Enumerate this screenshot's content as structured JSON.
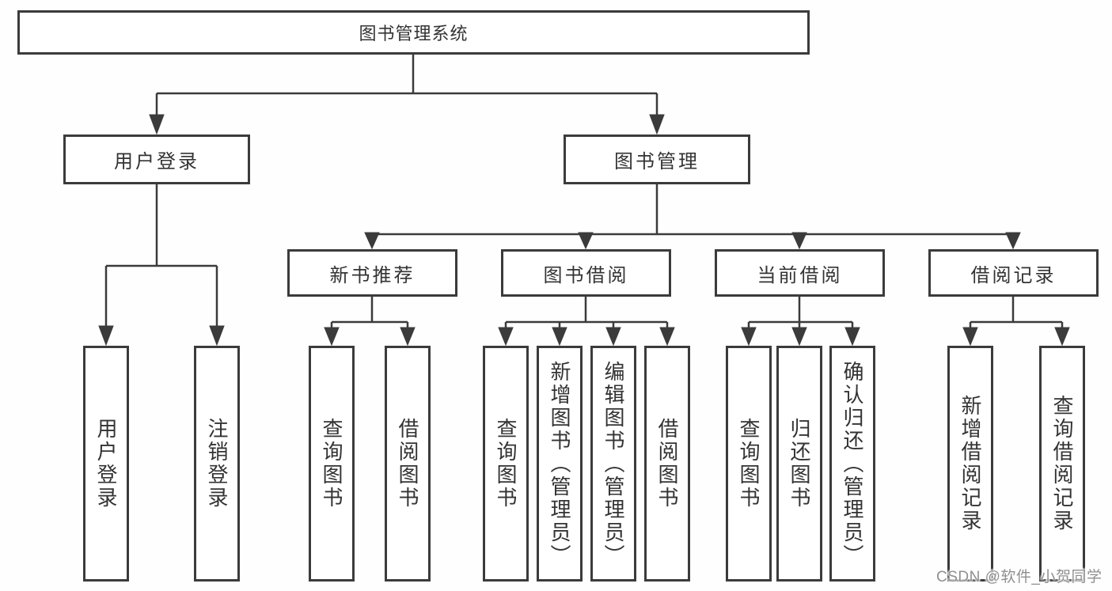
{
  "tree": {
    "root": "图书管理系统",
    "user_login": {
      "label": "用户登录",
      "children": [
        "用户登录",
        "注销登录"
      ]
    },
    "book_mgmt": {
      "label": "图书管理",
      "children": {
        "new_book_rec": {
          "label": "新书推荐",
          "children": [
            "查询图书",
            "借阅图书"
          ]
        },
        "book_borrow": {
          "label": "图书借阅",
          "children": [
            "查询图书",
            "新增图书（管理员）",
            "编辑图书（管理员）",
            "借阅图书"
          ]
        },
        "current_borrow": {
          "label": "当前借阅",
          "children": [
            "查询图书",
            "归还图书",
            "确认归还（管理员）"
          ]
        },
        "borrow_records": {
          "label": "借阅记录",
          "children": [
            "新增借阅记录",
            "查询借阅记录"
          ]
        }
      }
    }
  },
  "colors": {
    "line": "#3b3b3b",
    "text": "#333333",
    "watermark": "#8f8f8f"
  },
  "watermark": "CSDN @软件_小贺同学"
}
